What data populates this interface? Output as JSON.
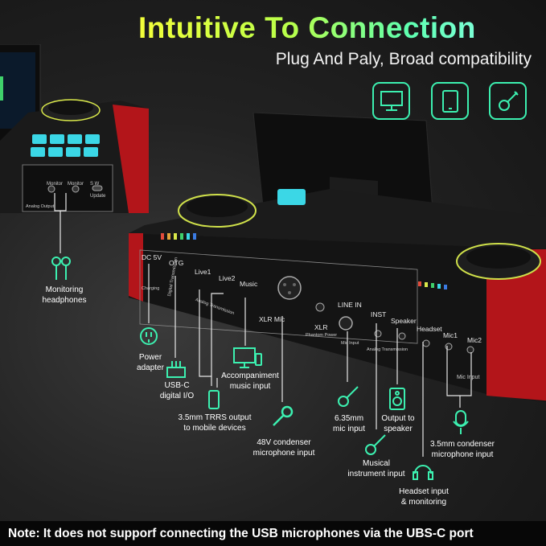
{
  "header": {
    "title": "Intuitive To Connection",
    "subtitle": "Plug And Paly, Broad compatibility",
    "device_icons": [
      "monitor-icon",
      "tablet-icon",
      "guitar-icon"
    ]
  },
  "colors": {
    "accent": "#3cf0b0",
    "device_red": "#c4161c",
    "device_body": "#141414"
  },
  "left_device_panel": {
    "monitor_1": "Monitor",
    "monitor_2": "Monitor",
    "switch": "S  W",
    "update": "Update",
    "analog_output": "Analog Output"
  },
  "main_device_panel": {
    "dc5v": "DC 5V",
    "charging": "Charging",
    "otg": "OTG",
    "digital_transmission": "Digital Transmission",
    "live1": "Live1",
    "live2": "Live2",
    "analog_transmission": "Analog Transmission",
    "music": "Music",
    "xlr_mic": "XLR Mic",
    "xlr": "XLR",
    "phantom_power": "Phantom Power",
    "line_in": "LINE IN",
    "mic_input": "Mic Input",
    "inst": "INST",
    "speaker": "Speaker",
    "analog_transmission_2": "Analog Transmission",
    "headset": "Headset",
    "mic1": "Mic1",
    "mic2": "Mic2",
    "mic_input_2": "Mic Input"
  },
  "callouts": {
    "monitoring": "Monitoring\nheadphones",
    "power": "Power\nadapter",
    "usbc": "USB-C\ndigital I/O",
    "trrs": "3.5mm TRRS output\nto mobile devices",
    "accompaniment": "Accompaniment\nmusic input",
    "xlr_condenser": "48V condenser\nmicrophone input",
    "mic635": "6.35mm\nmic input",
    "speaker_out": "Output to\nspeaker",
    "instrument": "Musical\ninstrument input",
    "mic35": "3.5mm condenser\nmicrophone input",
    "headset": "Headset input\n& monitoring"
  },
  "footer": {
    "note": "Note: It does not supporf connecting the USB microphones via the UBS-C port"
  }
}
